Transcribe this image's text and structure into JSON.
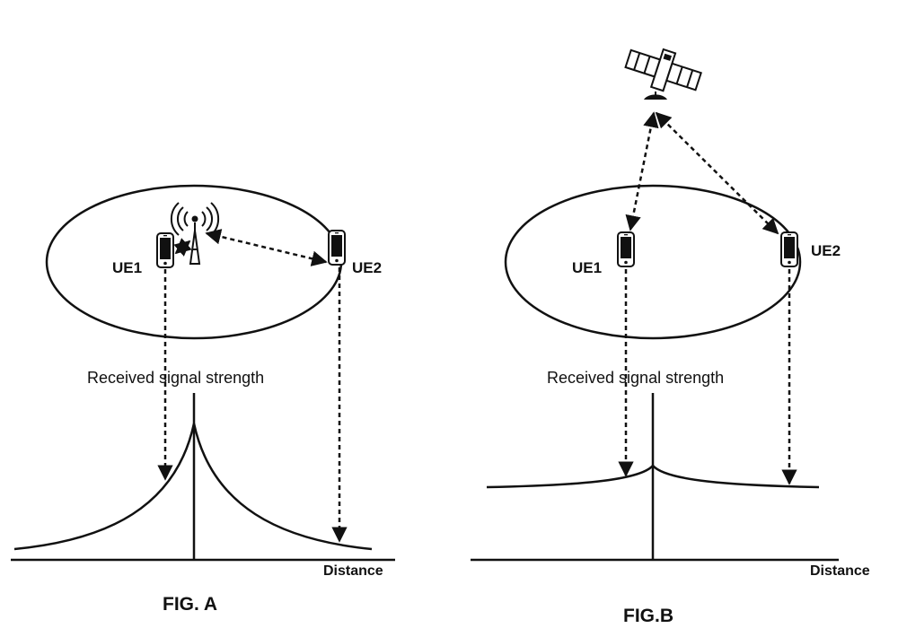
{
  "fig_a": {
    "ue1_label": "UE1",
    "ue2_label": "UE2",
    "signal_label": "Received signal strength",
    "axis_label": "Distance",
    "caption": "FIG. A"
  },
  "fig_b": {
    "ue1_label": "UE1",
    "ue2_label": "UE2",
    "signal_label": "Received signal strength",
    "axis_label": "Distance",
    "caption": "FIG.B"
  },
  "icons": [
    "cell-tower-icon",
    "mobile-phone-icon",
    "satellite-icon"
  ]
}
